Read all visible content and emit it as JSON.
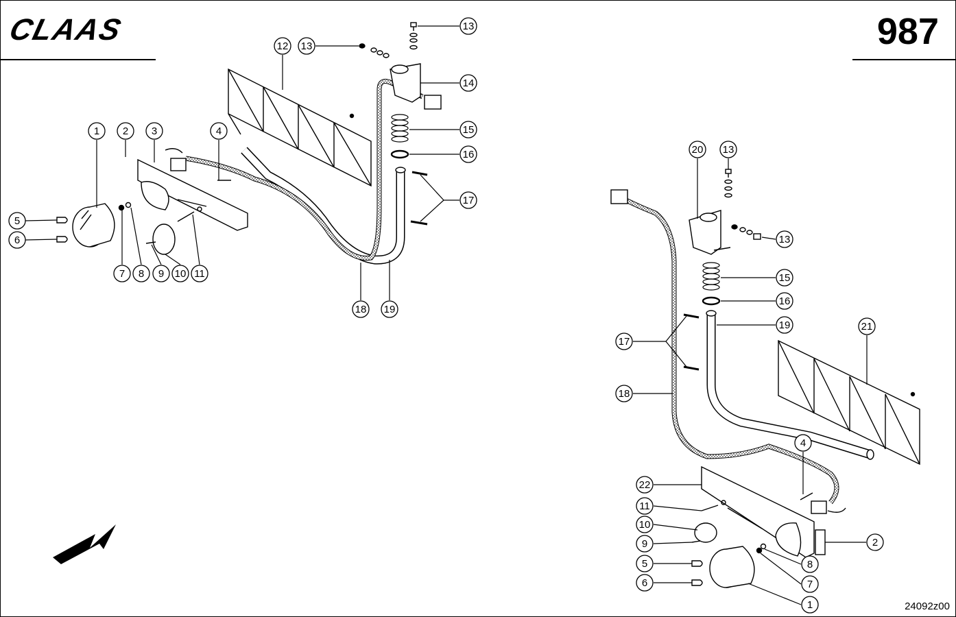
{
  "header": {
    "brand": "CLAAS",
    "page_number": "987"
  },
  "footer": {
    "drawing_id": "24092z00"
  },
  "callouts": {
    "c1": "1",
    "c2": "2",
    "c3": "3",
    "c4": "4",
    "c5": "5",
    "c6": "6",
    "c7": "7",
    "c8": "8",
    "c9": "9",
    "c10": "10",
    "c11": "11",
    "c12": "12",
    "c13": "13",
    "c14": "14",
    "c15": "15",
    "c16": "16",
    "c17": "17",
    "c18": "18",
    "c19": "19",
    "c20": "20",
    "c21": "21",
    "c22": "22"
  }
}
